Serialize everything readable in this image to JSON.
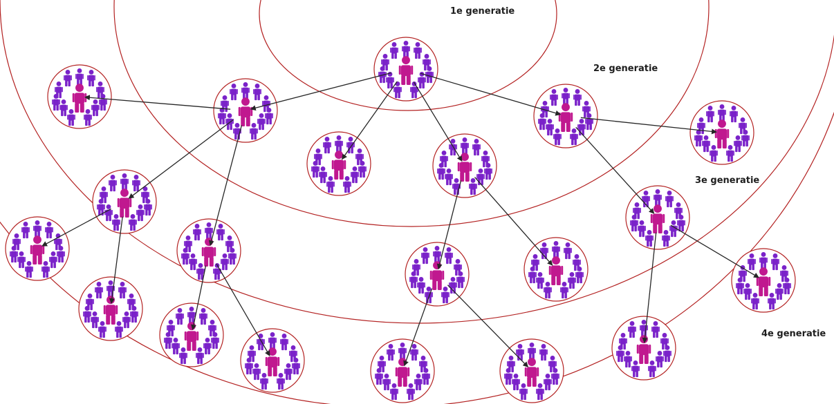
{
  "labels": {
    "gen1": "1e generatie",
    "gen2": "2e generatie",
    "gen3": "3e generatie",
    "gen4": "4e generatie"
  },
  "colors": {
    "ring": "#b32121",
    "circle": "#b32121",
    "arrow": "#262626",
    "person": "#7a22c9",
    "center_person": "#c0188f"
  }
}
